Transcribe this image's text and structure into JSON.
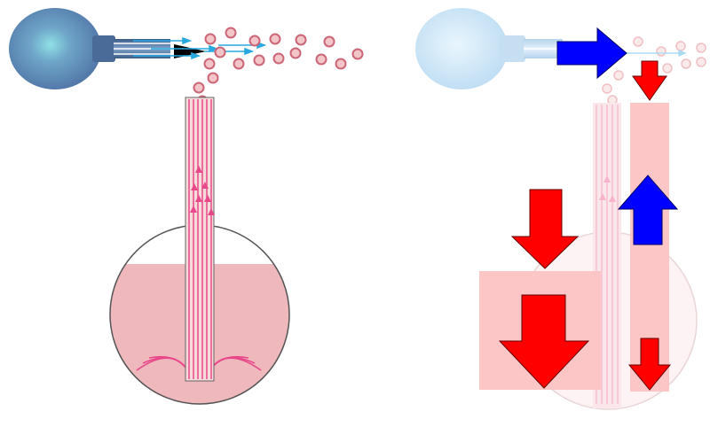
{
  "figure": {
    "panels": [
      {
        "id": "left",
        "parts": [
          "spray-bulb",
          "nozzle",
          "particle-spray",
          "suction-tube",
          "liquid-flask"
        ]
      },
      {
        "id": "right",
        "parts": [
          "faded-spray-bulb",
          "airflow-arrow",
          "pressure-arrows",
          "pressure-regions",
          "faded-flask"
        ]
      }
    ]
  },
  "colors": {
    "bulb_left": "#5f8fb8",
    "bulb_right": "#cfe6f7",
    "liquid": "#eeb8bc",
    "tube_pink": "#e8488a",
    "particle_fill": "#f2c6c8",
    "particle_stroke": "#cc6677",
    "jet_cyan": "#29a8e0",
    "arrow_red": "#ff0000",
    "arrow_blue": "#0000ff",
    "pressure_box": "#fcc6c6"
  },
  "icons": {
    "airflow": "right-arrow-icon",
    "rising": "up-arrow-icon",
    "falling": "down-arrow-icon"
  }
}
